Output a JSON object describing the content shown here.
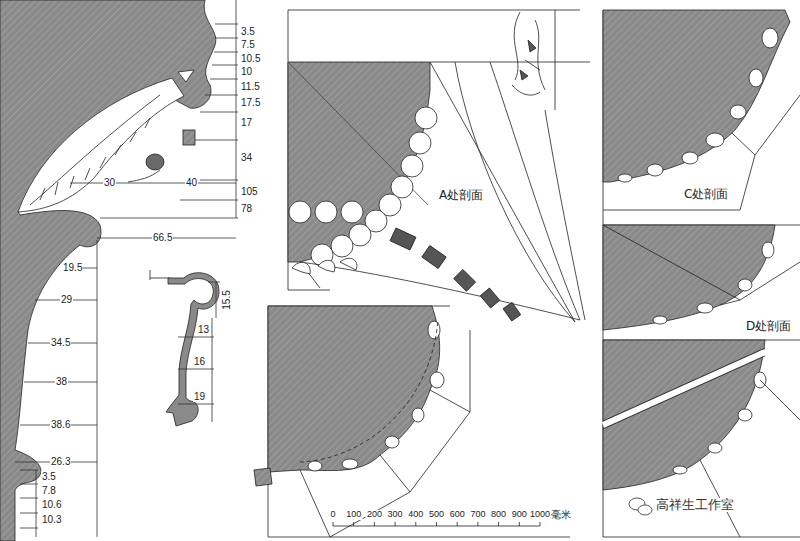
{
  "diagram": {
    "labels": [
      "3.5",
      "7.5",
      "10.5",
      "10",
      "11.5",
      "17.5",
      "17",
      "34",
      "30",
      "40",
      "105",
      "78",
      "66.5",
      "19.5",
      "29",
      "15.5",
      "13",
      "34.5",
      "16",
      "38",
      "19",
      "38.6",
      "26.3",
      "3.5",
      "7.8",
      "10.6",
      "10.3",
      "A处剖面",
      "C处剖面",
      "D处剖面",
      "0",
      "100",
      "200",
      "300",
      "400",
      "500",
      "600",
      "700",
      "800",
      "900",
      "1000",
      "毫米",
      "高祥生工作室"
    ]
  }
}
